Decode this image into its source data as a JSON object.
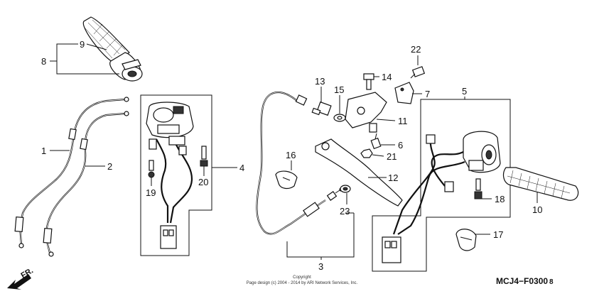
{
  "diagram": {
    "callouts": [
      {
        "id": "c1",
        "label": "1"
      },
      {
        "id": "c2",
        "label": "2"
      },
      {
        "id": "c3",
        "label": "3"
      },
      {
        "id": "c4",
        "label": "4"
      },
      {
        "id": "c5",
        "label": "5"
      },
      {
        "id": "c6",
        "label": "6"
      },
      {
        "id": "c7",
        "label": "7"
      },
      {
        "id": "c8",
        "label": "8"
      },
      {
        "id": "c9",
        "label": "9"
      },
      {
        "id": "c10",
        "label": "10"
      },
      {
        "id": "c11",
        "label": "11"
      },
      {
        "id": "c12",
        "label": "12"
      },
      {
        "id": "c13",
        "label": "13"
      },
      {
        "id": "c14",
        "label": "14"
      },
      {
        "id": "c15",
        "label": "15"
      },
      {
        "id": "c16",
        "label": "16"
      },
      {
        "id": "c17",
        "label": "17"
      },
      {
        "id": "c18",
        "label": "18"
      },
      {
        "id": "c19",
        "label": "19"
      },
      {
        "id": "c20",
        "label": "20"
      },
      {
        "id": "c21",
        "label": "21"
      },
      {
        "id": "c22",
        "label": "22"
      },
      {
        "id": "c23",
        "label": "23"
      }
    ],
    "direction_label": "FR.",
    "diagram_code": "MCJ4−F0300",
    "diagram_code_suffix": "8",
    "copyright_line1": "Copyright",
    "copyright_line2": "Page design (c) 2004 - 2014 by ARI Network Services, Inc."
  }
}
